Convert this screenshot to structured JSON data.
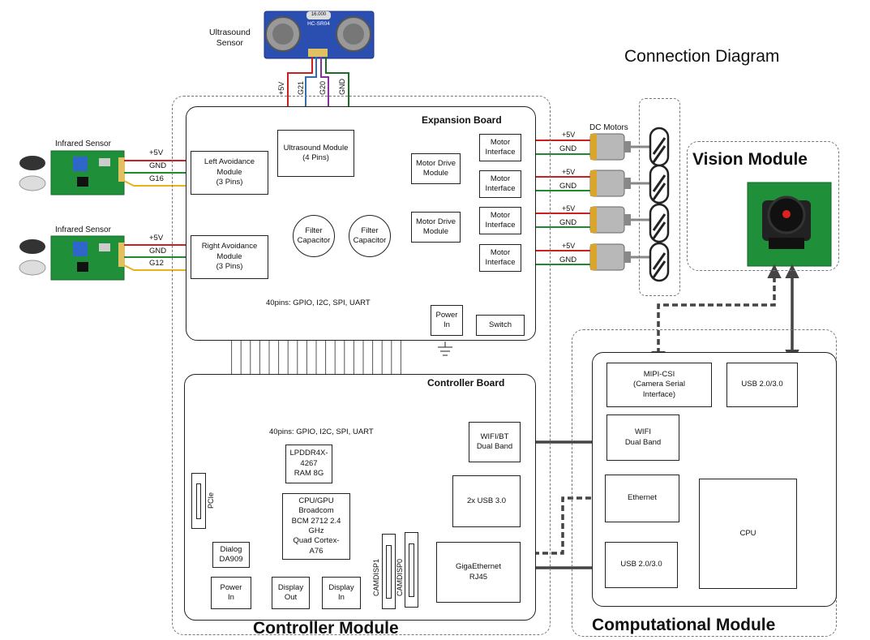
{
  "title": "Connection Diagram",
  "ultrasound_sensor": {
    "label": "Ultrasound\nSensor",
    "chip_text": "HC-SR04",
    "freq_text": "16.000"
  },
  "ultrasound_wires": [
    "+5V",
    "G21",
    "G20",
    "GND"
  ],
  "infrared_sensors": [
    {
      "label": "Infrared Sensor",
      "wires": [
        "+5V",
        "GND",
        "G16"
      ]
    },
    {
      "label": "Infrared Sensor",
      "wires": [
        "+5V",
        "GND",
        "G12"
      ]
    }
  ],
  "expansion_board": {
    "title": "Expansion Board",
    "left_avoidance": "Left Avoidance\nModule\n(3 Pins)",
    "right_avoidance": "Right Avoidance\nModule\n(3 Pins)",
    "ultrasound_module": "Ultrasound Module\n(4 Pins)",
    "motor_drive_1": "Motor Drive\nModule",
    "motor_drive_2": "Motor Drive\nModule",
    "filter_1": "Filter\nCapacitor",
    "filter_2": "Filter\nCapacitor",
    "motor_interfaces": [
      "Motor\nInterface",
      "Motor\nInterface",
      "Motor\nInterface",
      "Motor\nInterface"
    ],
    "gpio_label": "40pins: GPIO, I2C, SPI, UART",
    "power_in": "Power\nIn",
    "switch": "Switch"
  },
  "motor_wires": [
    "+5V",
    "GND"
  ],
  "dc_motors_label": "DC Motors",
  "vision_module": {
    "title": "Vision Module"
  },
  "controller_board": {
    "title": "Controller Board",
    "gpio_label": "40pins: GPIO, I2C, SPI, UART",
    "ram": "LPDDR4X-\n4267\nRAM 8G",
    "cpu": "CPU/GPU\nBroadcom\nBCM 2712 2.4\nGHz\nQuad Cortex-\nA76",
    "pcie": "PCIe",
    "dialog": "Dialog\nDA909",
    "power_in": "Power\nIn",
    "display_out": "Display\nOut",
    "display_in": "Display\nIn",
    "camdisp1": "CAMDISP1",
    "camdisp0": "CAMDISP0",
    "wifi_bt": "WIFI/BT\nDual Band",
    "usb3": "2x USB 3.0",
    "gigaethernet": "GigaEthernet\nRJ45"
  },
  "controller_module": {
    "title": "Controller Module"
  },
  "computational_module": {
    "title": "Computational Module",
    "mipi": "MIPI-CSI\n(Camera Serial\nInterface)",
    "usb_top": "USB 2.0/3.0",
    "wifi": "WIFI\nDual Band",
    "ethernet": "Ethernet",
    "usb_bottom": "USB 2.0/3.0",
    "cpu": "CPU"
  },
  "colors": {
    "red": "#cc1f1f",
    "green": "#1e8a2e",
    "yellow": "#e7b21a",
    "blue": "#2f6db5",
    "purple": "#8a2fa0",
    "dark_green_wire": "#1a6e25",
    "board_green": "#1f8f3a",
    "arrow": "#444444"
  }
}
